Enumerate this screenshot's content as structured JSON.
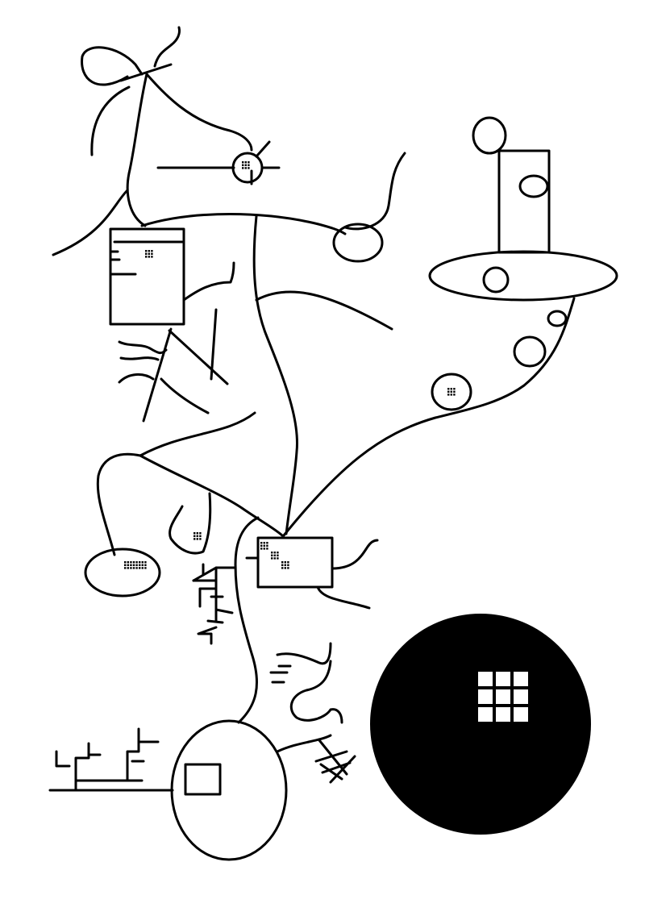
{
  "artwork": {
    "background_color": "#ffffff",
    "ink_color": "#000000",
    "elements": [
      "figure-top-left",
      "tower-top-right",
      "black-sun-circle",
      "bottom-oval",
      "mid-junction-box",
      "dot-grid-marks"
    ]
  }
}
